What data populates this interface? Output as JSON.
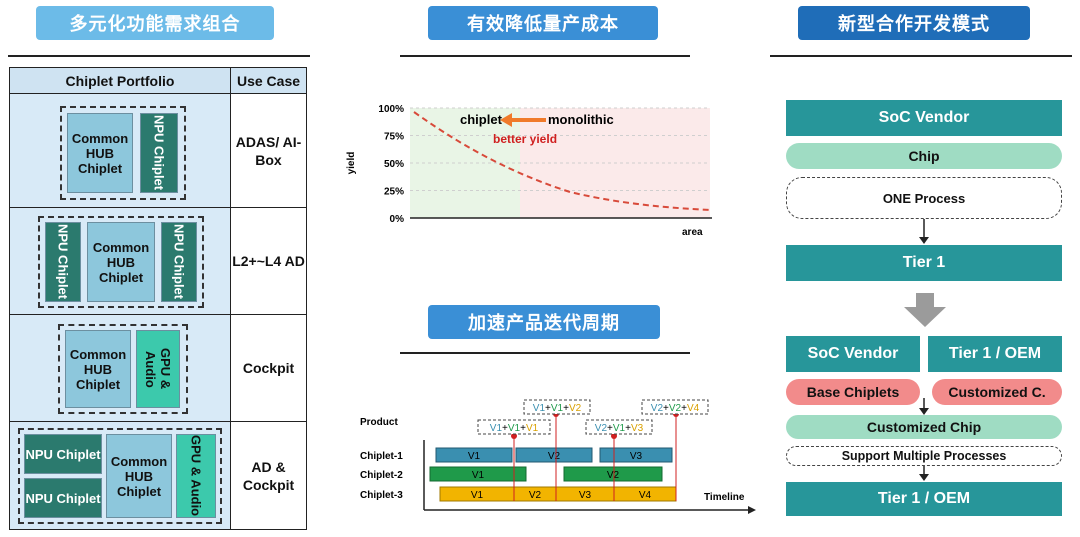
{
  "banners": {
    "left": "多元化功能需求组合",
    "mid_top": "有效降低量产成本",
    "right": "新型合作开发模式",
    "mid_bottom": "加速产品迭代周期"
  },
  "table": {
    "header_portfolio": "Chiplet Portfolio",
    "header_use_case": "Use Case",
    "hub_label": "Common HUB Chiplet",
    "npu_label": "NPU Chiplet",
    "gpu_label": "GPU & Audio",
    "rows": [
      {
        "use_case": "ADAS/ AI-Box"
      },
      {
        "use_case": "L2+~L4 AD"
      },
      {
        "use_case": "Cockpit"
      },
      {
        "use_case": "AD & Cockpit"
      }
    ]
  },
  "yield_chart": {
    "y_ticks": [
      "100%",
      "75%",
      "50%",
      "25%",
      "0%"
    ],
    "y_label": "yield",
    "x_label": "area",
    "label_chiplet": "chiplet",
    "label_monolithic": "monolithic",
    "annotation": "better yield",
    "colors": {
      "curve": "#d84a3a",
      "arrow": "#f07a2a",
      "annotation": "#d02020"
    }
  },
  "timeline": {
    "product_label": "Product",
    "timeline_label": "Timeline",
    "rows": [
      "Chiplet-1",
      "Chiplet-2",
      "Chiplet-3"
    ],
    "chiplet1": [
      "V1",
      "V2",
      "V3"
    ],
    "chiplet2": [
      "V1",
      "V2"
    ],
    "chiplet3": [
      "V1",
      "V2",
      "V3",
      "V4"
    ],
    "products": [
      {
        "a": "V1",
        "b": "V1",
        "c": "V1"
      },
      {
        "a": "V1",
        "b": "V1",
        "c": "V2"
      },
      {
        "a": "V2",
        "b": "V1",
        "c": "V3"
      },
      {
        "a": "V2",
        "b": "V2",
        "c": "V4"
      }
    ],
    "plus": "+",
    "colors": {
      "c1": "#3a8fb0",
      "c2": "#1f9a4a",
      "c3": "#f2b400",
      "marker": "#d02020"
    }
  },
  "flow": {
    "soc_vendor": "SoC Vendor",
    "chip": "Chip",
    "one_process": "ONE Process",
    "tier1": "Tier 1",
    "soc_vendor2": "SoC Vendor",
    "tier1_oem": "Tier 1 / OEM",
    "base_chiplets": "Base Chiplets",
    "customized_c": "Customized C.",
    "customized_chip": "Customized Chip",
    "support_multiple": "Support Multiple Processes",
    "tier1_oem_bottom": "Tier 1 / OEM"
  }
}
